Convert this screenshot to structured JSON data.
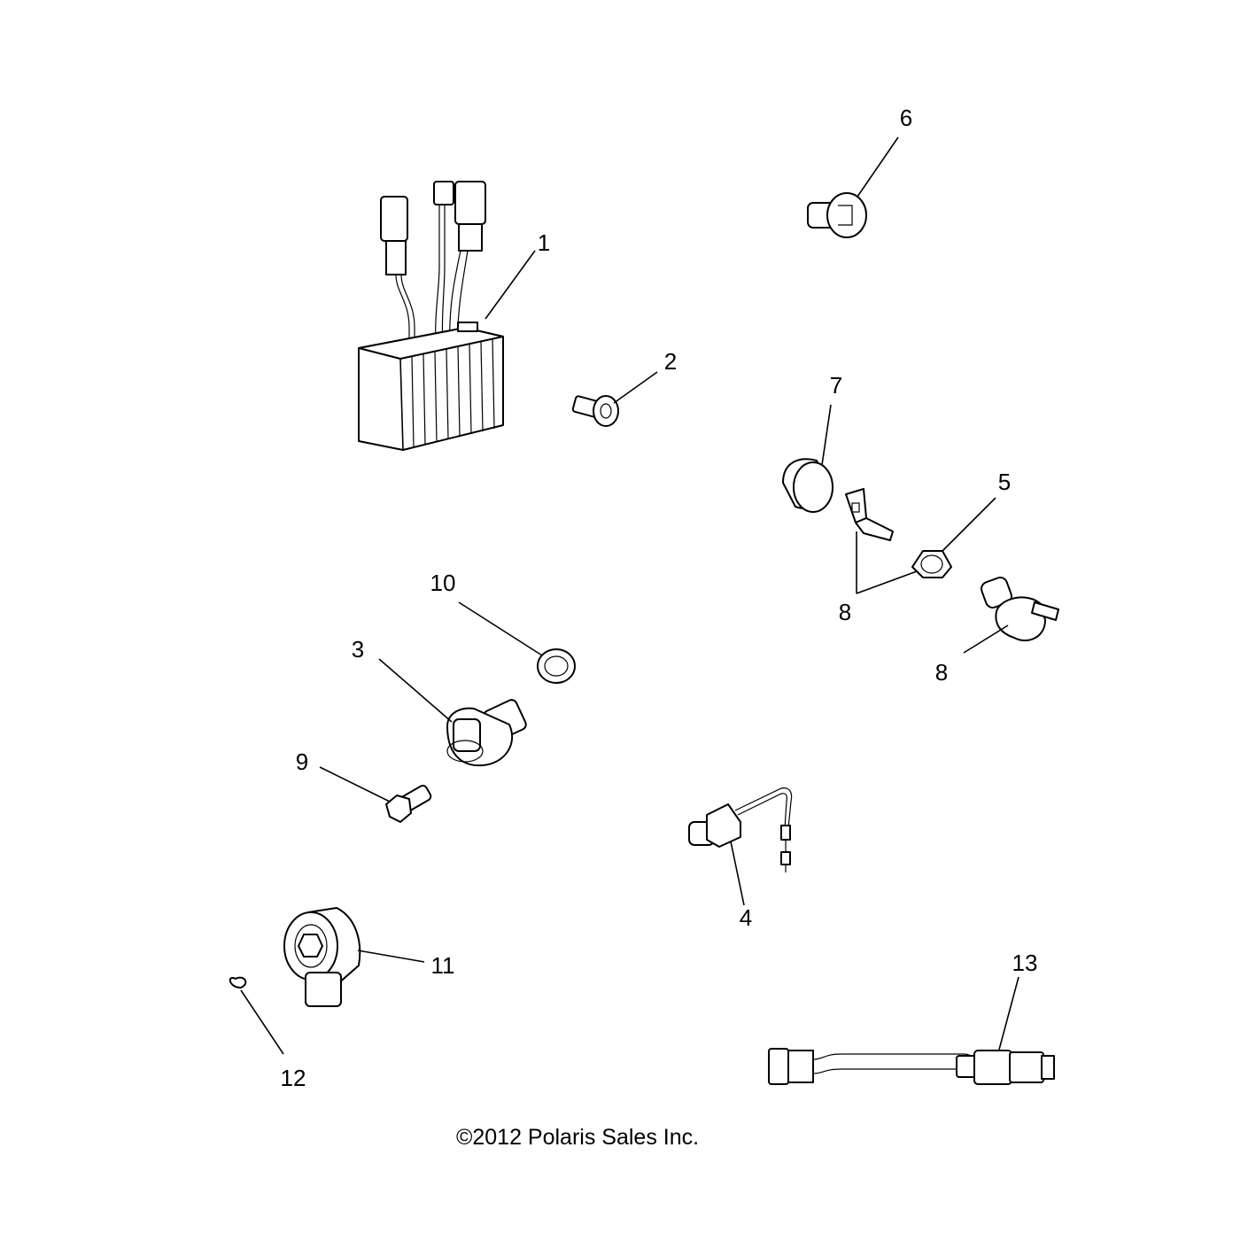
{
  "callouts": {
    "c1": "1",
    "c2": "2",
    "c3": "3",
    "c4": "4",
    "c5": "5",
    "c6": "6",
    "c7": "7",
    "c8a": "8",
    "c8b": "8",
    "c9": "9",
    "c10": "10",
    "c11": "11",
    "c12": "12",
    "c13": "13"
  },
  "footer": {
    "copyright": "©2012 Polaris Sales Inc."
  },
  "parts": [
    {
      "id": "1",
      "icon": "voltage-regulator-icon"
    },
    {
      "id": "2",
      "icon": "bolt-icon"
    },
    {
      "id": "3",
      "icon": "sensor-connector-icon"
    },
    {
      "id": "4",
      "icon": "temperature-sensor-icon"
    },
    {
      "id": "5",
      "icon": "nut-icon"
    },
    {
      "id": "6",
      "icon": "plug-icon"
    },
    {
      "id": "7",
      "icon": "cap-icon"
    },
    {
      "id": "8",
      "icon": "switch-icon"
    },
    {
      "id": "9",
      "icon": "bolt-icon"
    },
    {
      "id": "10",
      "icon": "washer-icon"
    },
    {
      "id": "11",
      "icon": "knock-sensor-icon"
    },
    {
      "id": "12",
      "icon": "clip-icon"
    },
    {
      "id": "13",
      "icon": "harness-icon"
    }
  ]
}
